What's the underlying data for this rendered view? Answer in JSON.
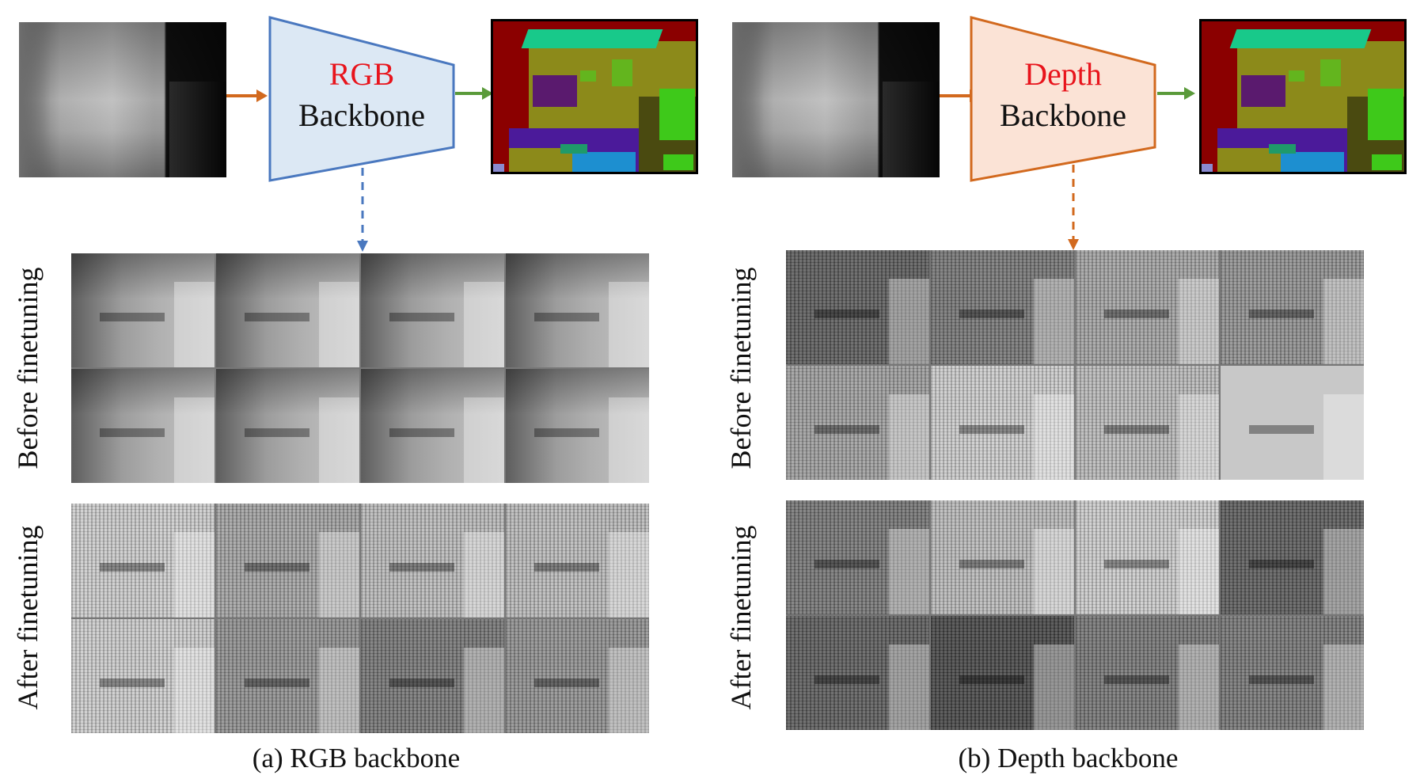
{
  "panels": [
    {
      "backbone_name": "RGB",
      "backbone_sub": "Backbone",
      "row_label_before": "Before finetuning",
      "row_label_after": "After finetuning",
      "caption": "(a) RGB backbone",
      "backbone_fill": "#dce8f4",
      "backbone_stroke": "#4a78bf",
      "dashed_arrow_color": "#4a78bf"
    },
    {
      "backbone_name": "Depth",
      "backbone_sub": "Backbone",
      "row_label_before": "Before finetuning",
      "row_label_after": "After finetuning",
      "caption": "(b) Depth backbone",
      "backbone_fill": "#fbe3d6",
      "backbone_stroke": "#d2691e",
      "dashed_arrow_color": "#d2691e"
    }
  ],
  "colors": {
    "input_arrow": "#d2691e",
    "output_arrow": "#5a9a3a",
    "highlight_text": "#e8141c"
  }
}
